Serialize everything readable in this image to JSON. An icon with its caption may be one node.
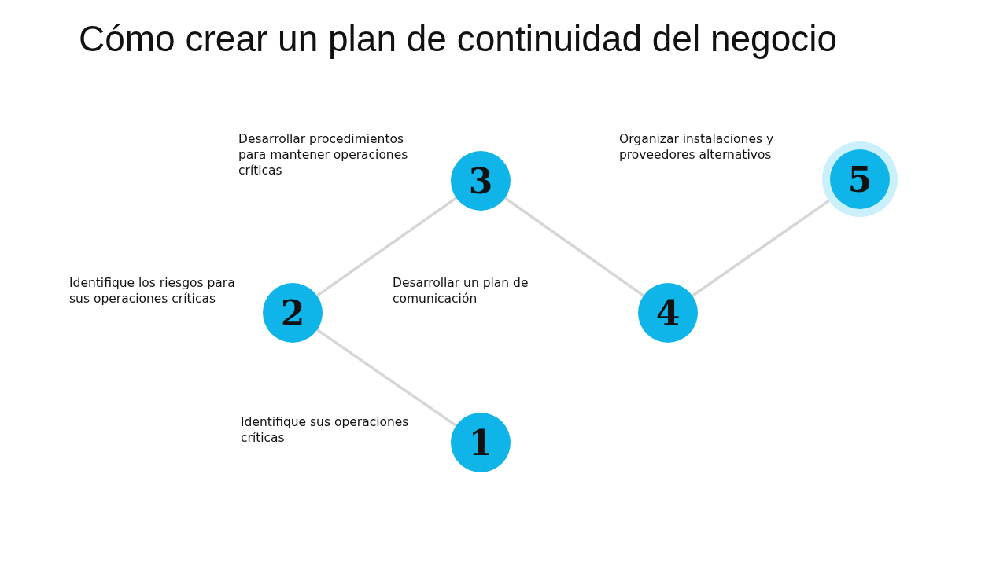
{
  "diagram": {
    "title": "Cómo crear un plan de continuidad del negocio",
    "nodes": [
      {
        "text": [
          "1"
        ],
        "beside": [
          "Identifique sus operaciones críticas"
        ]
      },
      {
        "text": [
          "2"
        ],
        "beside": [
          "Identifique los riesgos para sus operaciones críticas"
        ]
      },
      {
        "text": [
          "3"
        ],
        "beside": [
          "Desarrollar procedimientos para mantener operaciones críticas"
        ]
      },
      {
        "text": [
          "4"
        ]
      },
      {
        "text": [
          "5"
        ]
      }
    ],
    "edges": [
      {
        "from": 0,
        "to": 1,
        "arrow": "none"
      },
      {
        "from": 1,
        "to": 2,
        "arrow": "none"
      },
      {
        "from": 2,
        "to": 3,
        "arrow": "none"
      },
      {
        "from": 3,
        "to": 4,
        "arrow": "none"
      }
    ],
    "labels": [
      "Organizar instalaciones y proveedores alternativos",
      "Desarrollar un plan de comunicación"
    ]
  }
}
